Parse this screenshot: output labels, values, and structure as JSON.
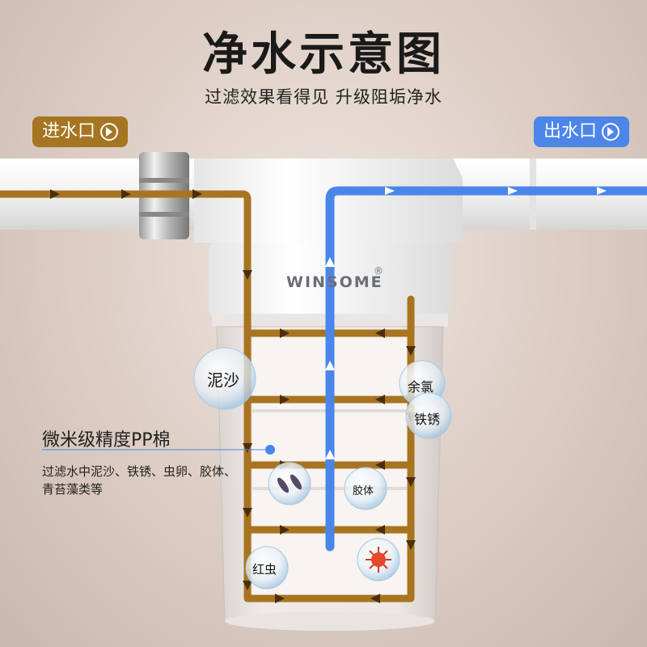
{
  "header": {
    "title": "净水示意图",
    "subtitle": "过滤效果看得见  升级阻垢净水"
  },
  "inlet": {
    "label": "进水口"
  },
  "outlet": {
    "label": "出水口"
  },
  "brand": {
    "name": "WINSOME",
    "mark": "®"
  },
  "impurities": {
    "silt": "泥沙",
    "chlorine": "余氯",
    "rust": "铁锈",
    "colloid": "胶体",
    "red_worm": "红虫"
  },
  "pp_filter": {
    "title": "微米级精度PP棉",
    "description": "过滤水中泥沙、铁锈、虫卵、胶体、青苔藻类等"
  },
  "colors": {
    "inflow": "#a8741f",
    "outflow": "#4a86ea",
    "inlet_badge": "#a67521",
    "outlet_badge": "#4c86e8"
  }
}
